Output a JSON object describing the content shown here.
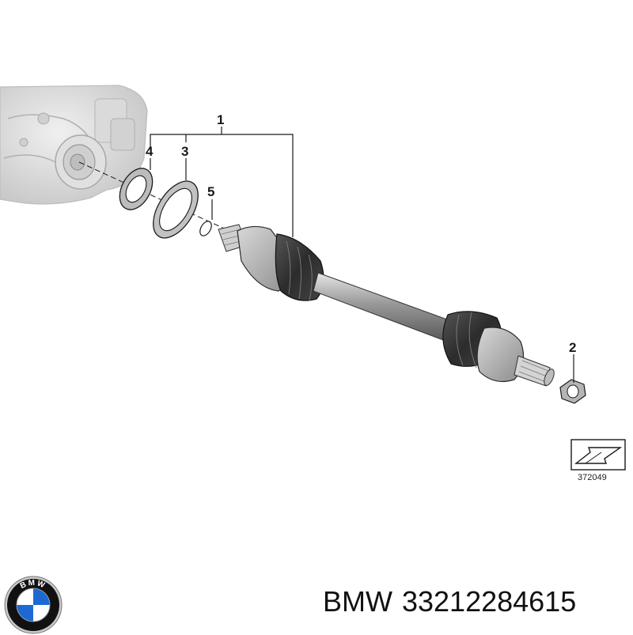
{
  "callouts": {
    "c1": "1",
    "c2": "2",
    "c3": "3",
    "c4": "4",
    "c5": "5"
  },
  "reference_box": {
    "label": "372049"
  },
  "caption": {
    "brand": "BMW",
    "part_number": "33212284615"
  },
  "logo": {
    "text": "BMW",
    "colors": {
      "blue": "#1c69d4",
      "black": "#111111",
      "white": "#ffffff",
      "silver": "#c9c9c9"
    }
  },
  "colors": {
    "line": "#1a1a1a",
    "part_gray": "#b9b9b9",
    "boot_dark": "#3b3b3b",
    "housing_gray": "#e3e3e3"
  }
}
